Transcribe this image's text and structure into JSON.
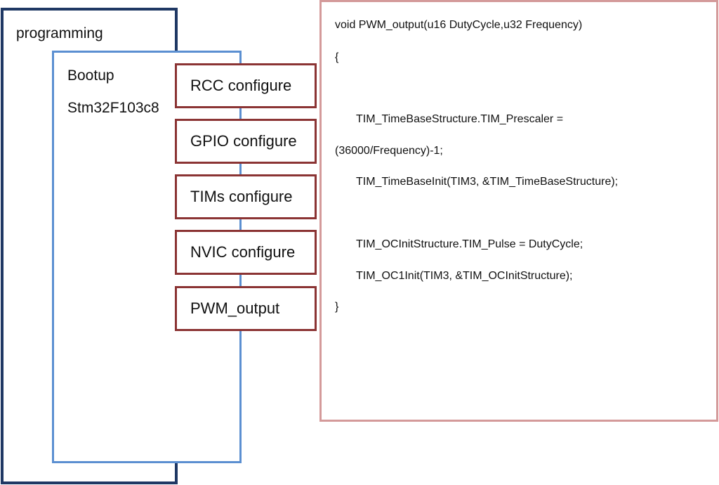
{
  "diagram": {
    "outer_label": "programming",
    "inner_label": "Bootup",
    "chip_label": "Stm32F103c8",
    "steps": [
      "RCC configure",
      "GPIO configure",
      "TIMs configure",
      "NVIC configure",
      "PWM_output"
    ],
    "code_lines": [
      "void PWM_output(u16 DutyCycle,u32 Frequency)",
      "{",
      "TIM_TimeBaseStructure.TIM_Prescaler =",
      "(36000/Frequency)-1;",
      "TIM_TimeBaseInit(TIM3, &TIM_TimeBaseStructure);",
      "TIM_OCInitStructure.TIM_Pulse = DutyCycle;",
      "TIM_OC1Init(TIM3, &TIM_OCInitStructure);",
      "}"
    ],
    "colors": {
      "outer_border": "#1f3864",
      "inner_border": "#5b8fd1",
      "step_border": "#8b3434",
      "code_border": "#d49a9a"
    }
  }
}
